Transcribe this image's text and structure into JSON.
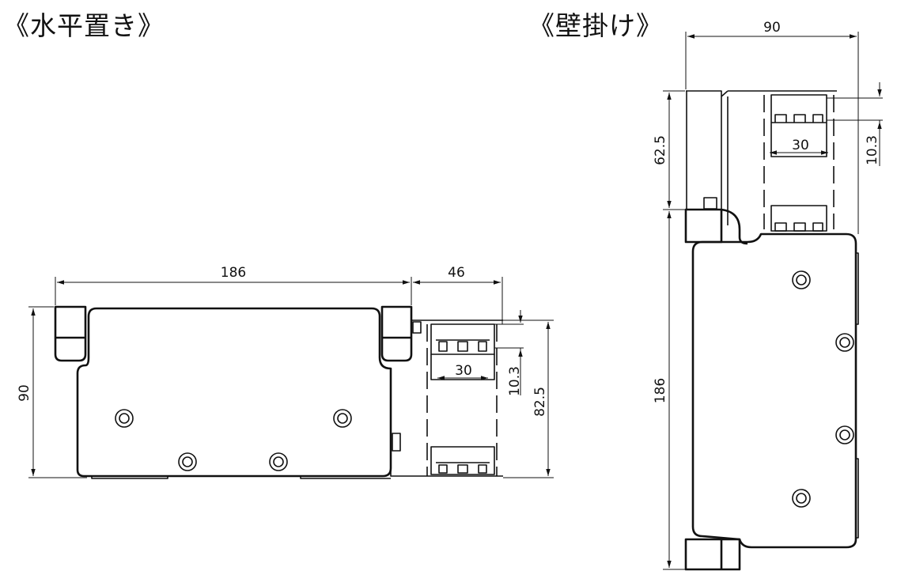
{
  "titles": {
    "horizontal": "《水平置き》",
    "wall": "《壁掛け》"
  },
  "horizontal_view": {
    "dims": {
      "length": "186",
      "side": "46",
      "height": "90",
      "pitch": "30",
      "offset": "10.3",
      "height2": "82.5"
    }
  },
  "wall_view": {
    "dims": {
      "width": "90",
      "top": "62.5",
      "pitch": "30",
      "offset": "10.3",
      "length": "186"
    }
  }
}
